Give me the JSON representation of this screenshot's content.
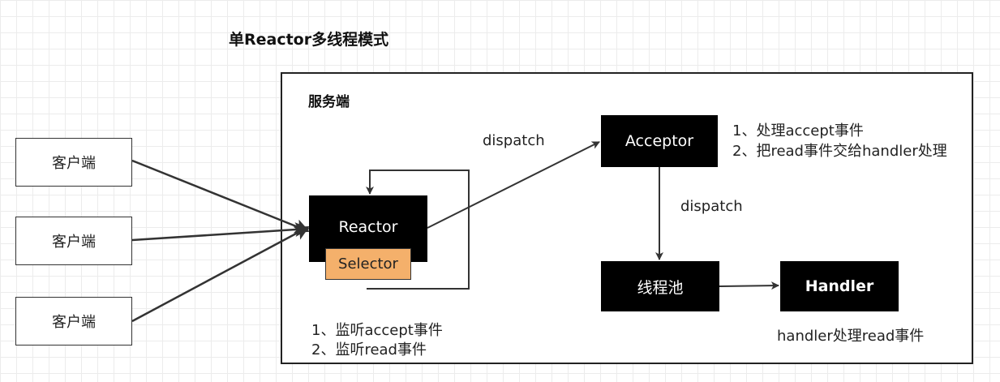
{
  "title": "单Reactor多线程模式",
  "server": {
    "label": "服务端"
  },
  "clients": [
    "客户端",
    "客户端",
    "客户端"
  ],
  "nodes": {
    "reactor": "Reactor",
    "selector": "Selector",
    "acceptor": "Acceptor",
    "thread_pool": "线程池",
    "handler": "Handler"
  },
  "labels": {
    "dispatch_to_acceptor": "dispatch",
    "dispatch_to_pool": "dispatch"
  },
  "notes": {
    "acceptor": [
      "1、处理accept事件",
      "2、把read事件交给handler处理"
    ],
    "reactor": [
      "1、监听accept事件",
      "2、监听read事件"
    ],
    "handler": "handler处理read事件"
  },
  "colors": {
    "selector_fill": "#f4b06b",
    "node_fill": "#000000",
    "line": "#333333"
  }
}
